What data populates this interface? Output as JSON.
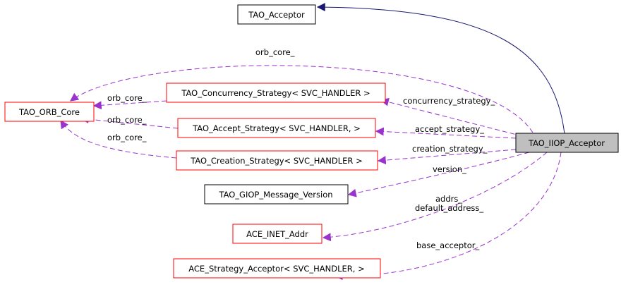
{
  "colors": {
    "node_border_black": "#000000",
    "node_border_red": "#ff0000",
    "focus_node_fill": "#bfbfbf",
    "usage_edge": "#9a32cd",
    "inheritance_edge": "#191970",
    "background": "#ffffff"
  },
  "nodes": {
    "tao_acceptor": "TAO_Acceptor",
    "tao_orb_core": "TAO_ORB_Core",
    "concurrency_strategy": "TAO_Concurrency_Strategy< SVC_HANDLER >",
    "accept_strategy": "TAO_Accept_Strategy< SVC_HANDLER, >",
    "creation_strategy": "TAO_Creation_Strategy< SVC_HANDLER >",
    "giop_message_version": "TAO_GIOP_Message_Version",
    "ace_inet_addr": "ACE_INET_Addr",
    "ace_strategy_acceptor": "ACE_Strategy_Acceptor< SVC_HANDLER, >",
    "tao_iiop_acceptor": "TAO_IIOP_Acceptor"
  },
  "edge_labels": {
    "orb_core_top": "orb_core_",
    "orb_core_concurrency": "orb_core_",
    "orb_core_accept": "orb_core_",
    "orb_core_creation": "orb_core_",
    "concurrency_strategy": "concurrency_strategy_",
    "accept_strategy": "accept_strategy_",
    "creation_strategy": "creation_strategy_",
    "version": "version_",
    "addrs": "addrs_",
    "default_address": "default_address_",
    "base_acceptor": "base_acceptor_"
  }
}
